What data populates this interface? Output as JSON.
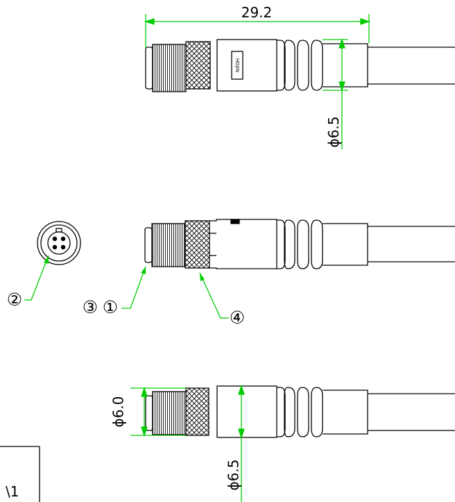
{
  "dimensions": {
    "overall_length": "29.2",
    "diameter_body_top": "ϕ6.5",
    "diameter_thread": "ϕ6.0",
    "diameter_body_bottom": "ϕ6.5"
  },
  "balloons": {
    "b1": "①",
    "b2": "②",
    "b3": "③",
    "b4": "④"
  },
  "connector_label": "HOJIN",
  "title_block_fragment": "\\1",
  "colors": {
    "outline": "#000000",
    "dimension": "#00cc00",
    "background": "#ffffff"
  }
}
